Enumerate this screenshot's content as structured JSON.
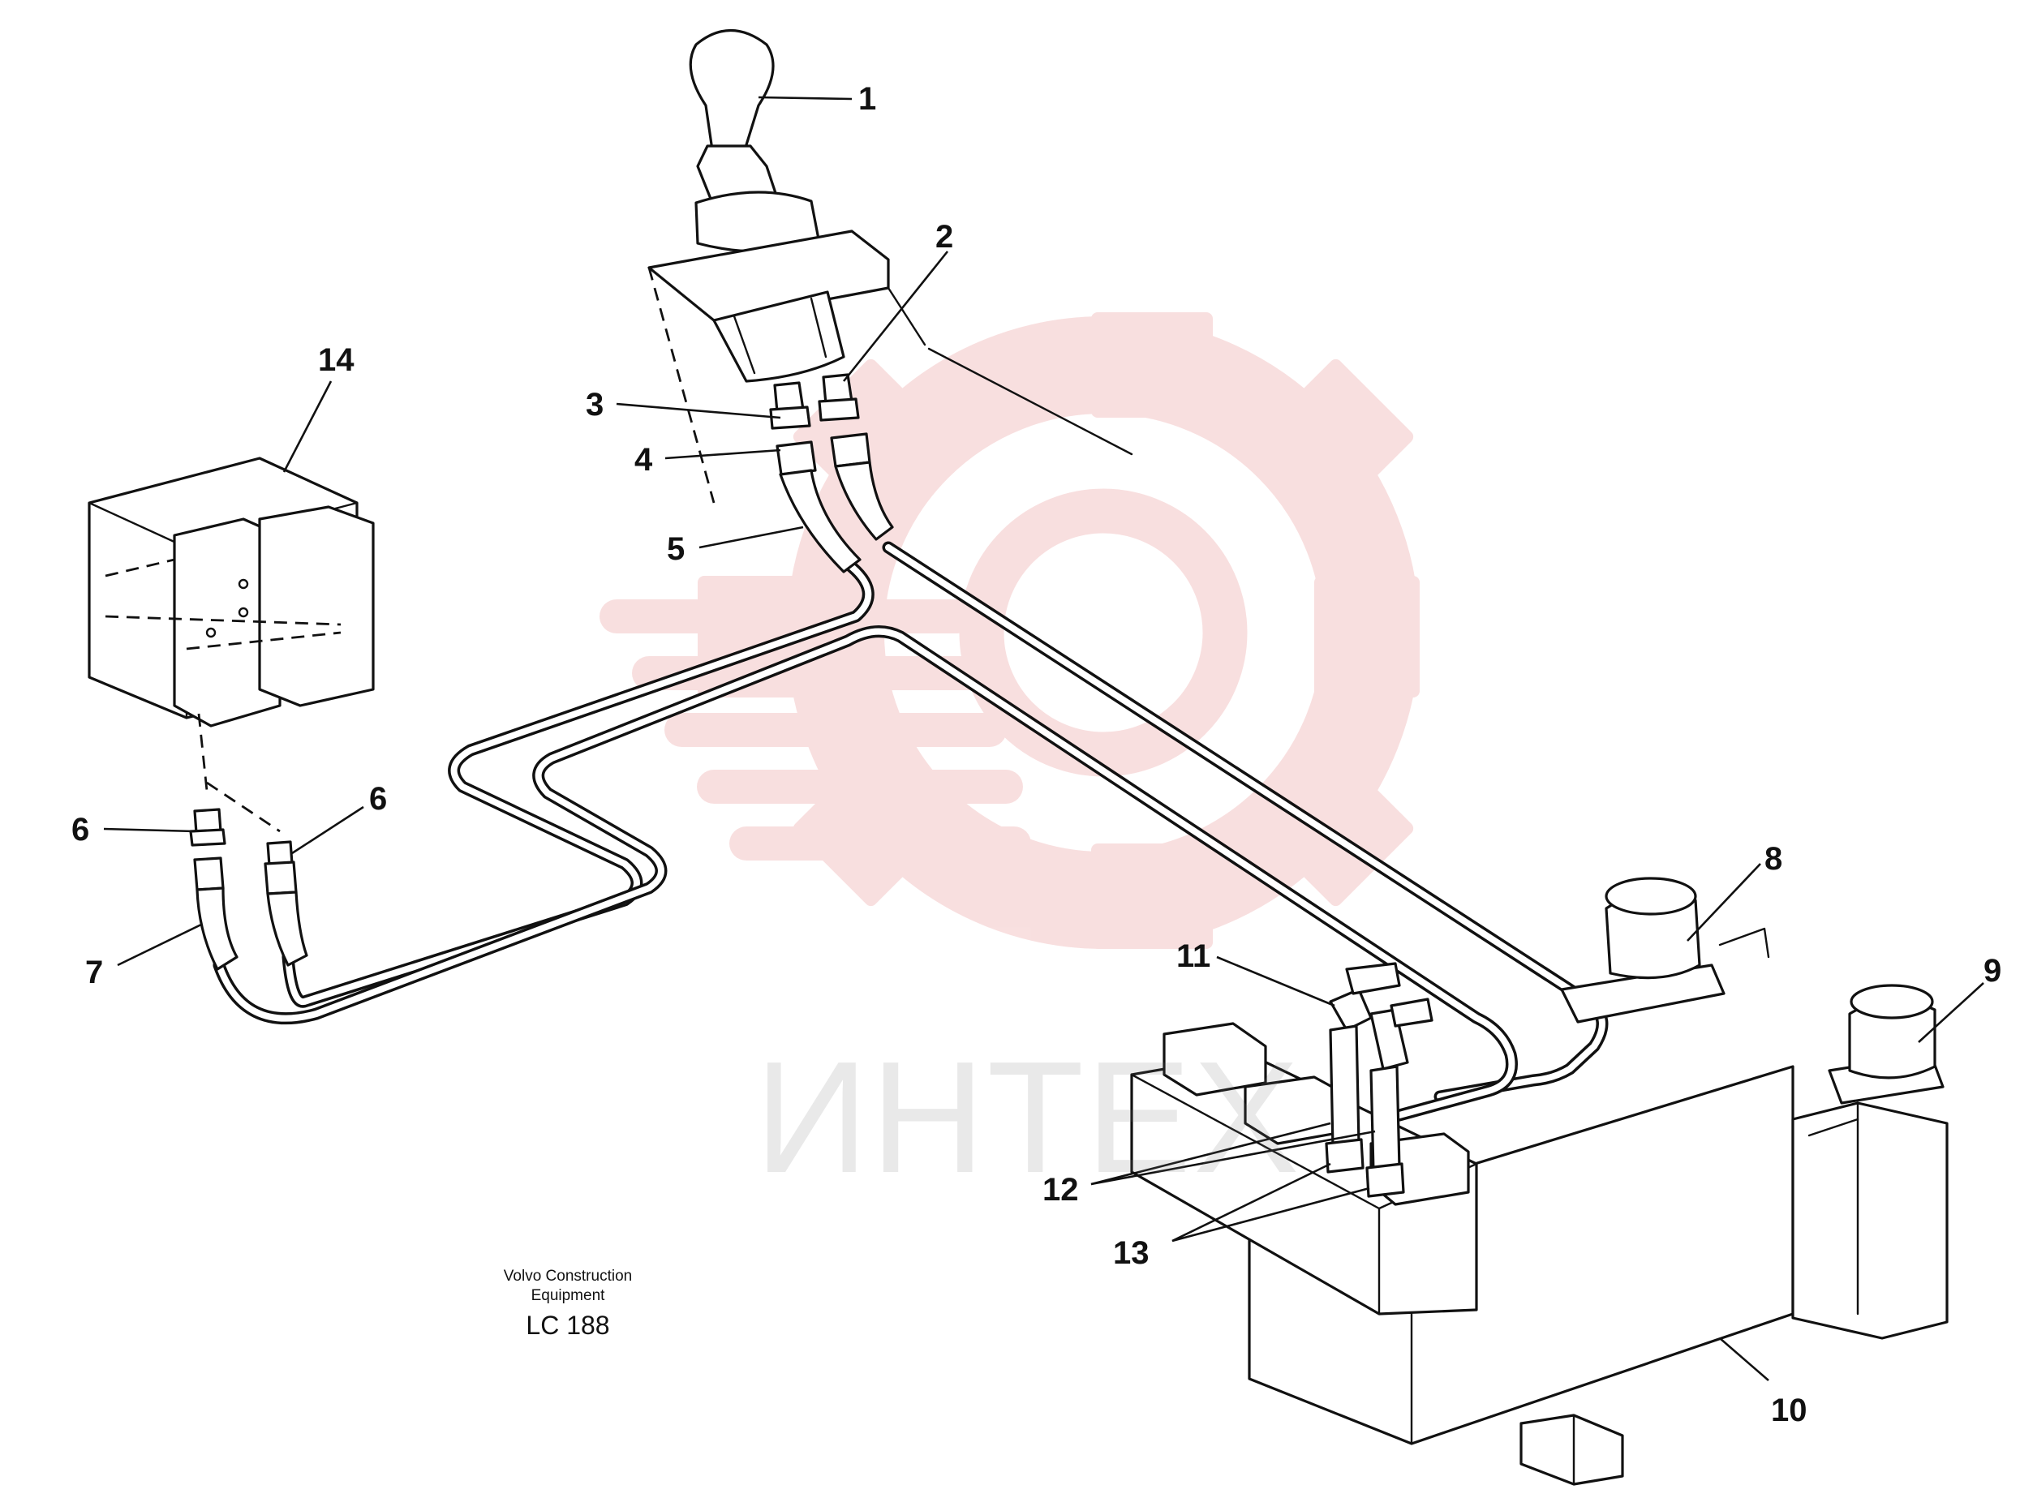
{
  "watermark": {
    "text": "ИНТЕХ",
    "color": "#f4c6c6"
  },
  "caption": {
    "line1": "Volvo Construction",
    "line2": "Equipment",
    "code": "LC 188"
  },
  "callouts": [
    {
      "id": "1",
      "text": "1"
    },
    {
      "id": "2",
      "text": "2"
    },
    {
      "id": "3",
      "text": "3"
    },
    {
      "id": "4",
      "text": "4"
    },
    {
      "id": "5",
      "text": "5"
    },
    {
      "id": "6a",
      "text": "6"
    },
    {
      "id": "6b",
      "text": "6"
    },
    {
      "id": "7",
      "text": "7"
    },
    {
      "id": "8",
      "text": "8"
    },
    {
      "id": "9",
      "text": "9"
    },
    {
      "id": "10",
      "text": "10"
    },
    {
      "id": "11",
      "text": "11"
    },
    {
      "id": "12",
      "text": "12"
    },
    {
      "id": "13",
      "text": "13"
    },
    {
      "id": "14",
      "text": "14"
    }
  ]
}
